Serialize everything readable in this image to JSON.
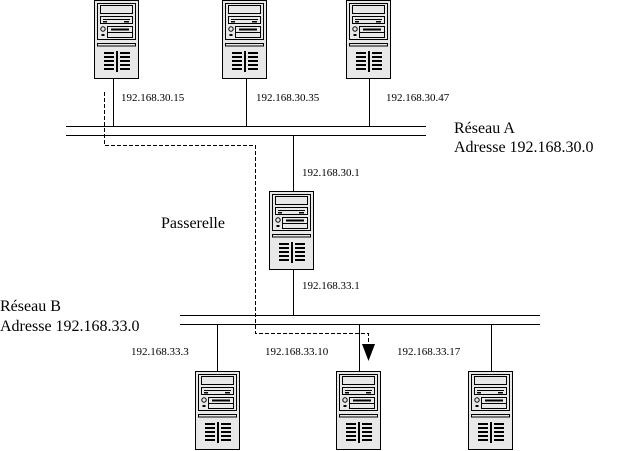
{
  "colors": {
    "line": "#000000",
    "case_fill": "#e8e8e8",
    "case_stroke": "#000000",
    "background": "#ffffff"
  },
  "network_a": {
    "name": "Réseau A",
    "address": "Adresse 192.168.30.0",
    "hosts": [
      {
        "ip": "192.168.30.15",
        "icon": "computer-tower-icon"
      },
      {
        "ip": "192.168.30.35",
        "icon": "computer-tower-icon"
      },
      {
        "ip": "192.168.30.47",
        "icon": "computer-tower-icon"
      }
    ]
  },
  "gateway": {
    "label": "Passerelle",
    "ip_a": "192.168.30.1",
    "ip_b": "192.168.33.1",
    "icon": "computer-tower-icon"
  },
  "network_b": {
    "name": "Réseau B",
    "address": "Adresse 192.168.33.0",
    "hosts": [
      {
        "ip": "192.168.33.3",
        "icon": "computer-tower-icon"
      },
      {
        "ip": "192.168.33.10",
        "icon": "computer-tower-icon"
      },
      {
        "ip": "192.168.33.17",
        "icon": "computer-tower-icon"
      }
    ]
  },
  "route": {
    "from": "192.168.30.15",
    "to": "192.168.33.10",
    "via": "192.168.30.1 / 192.168.33.1",
    "style": "dashed-arrow"
  }
}
